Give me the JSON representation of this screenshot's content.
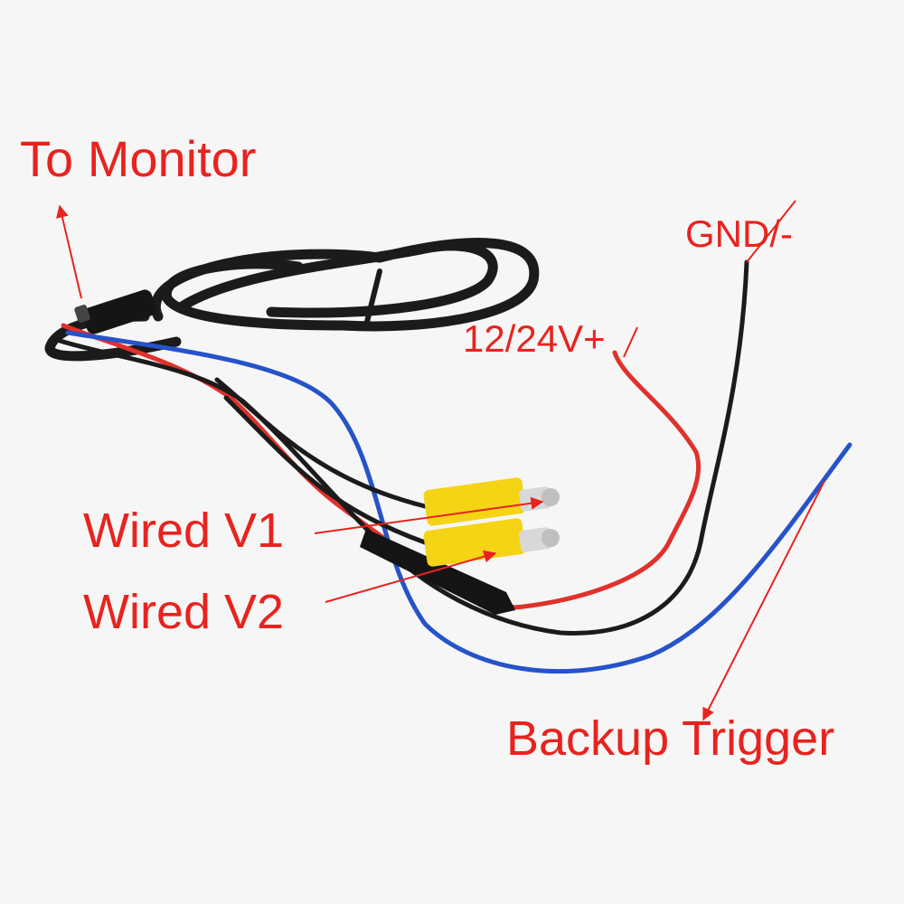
{
  "colors": {
    "label_red": "#e8231f",
    "cable_black": "#1b1b1b",
    "wire_red": "#e0312c",
    "wire_blue": "#2653c9",
    "rca_yellow": "#f5d315",
    "background": "#f6f6f6"
  },
  "labels": {
    "to_monitor": "To Monitor",
    "power_positive": "12/24V+",
    "ground": "GND/-",
    "wired_v1": "Wired V1",
    "wired_v2": "Wired V2",
    "backup_trigger": "Backup Trigger"
  },
  "icons": {
    "arrow": "arrow-icon",
    "rca_connector": "rca-connector-icon",
    "din_plug": "din-plug-icon"
  }
}
